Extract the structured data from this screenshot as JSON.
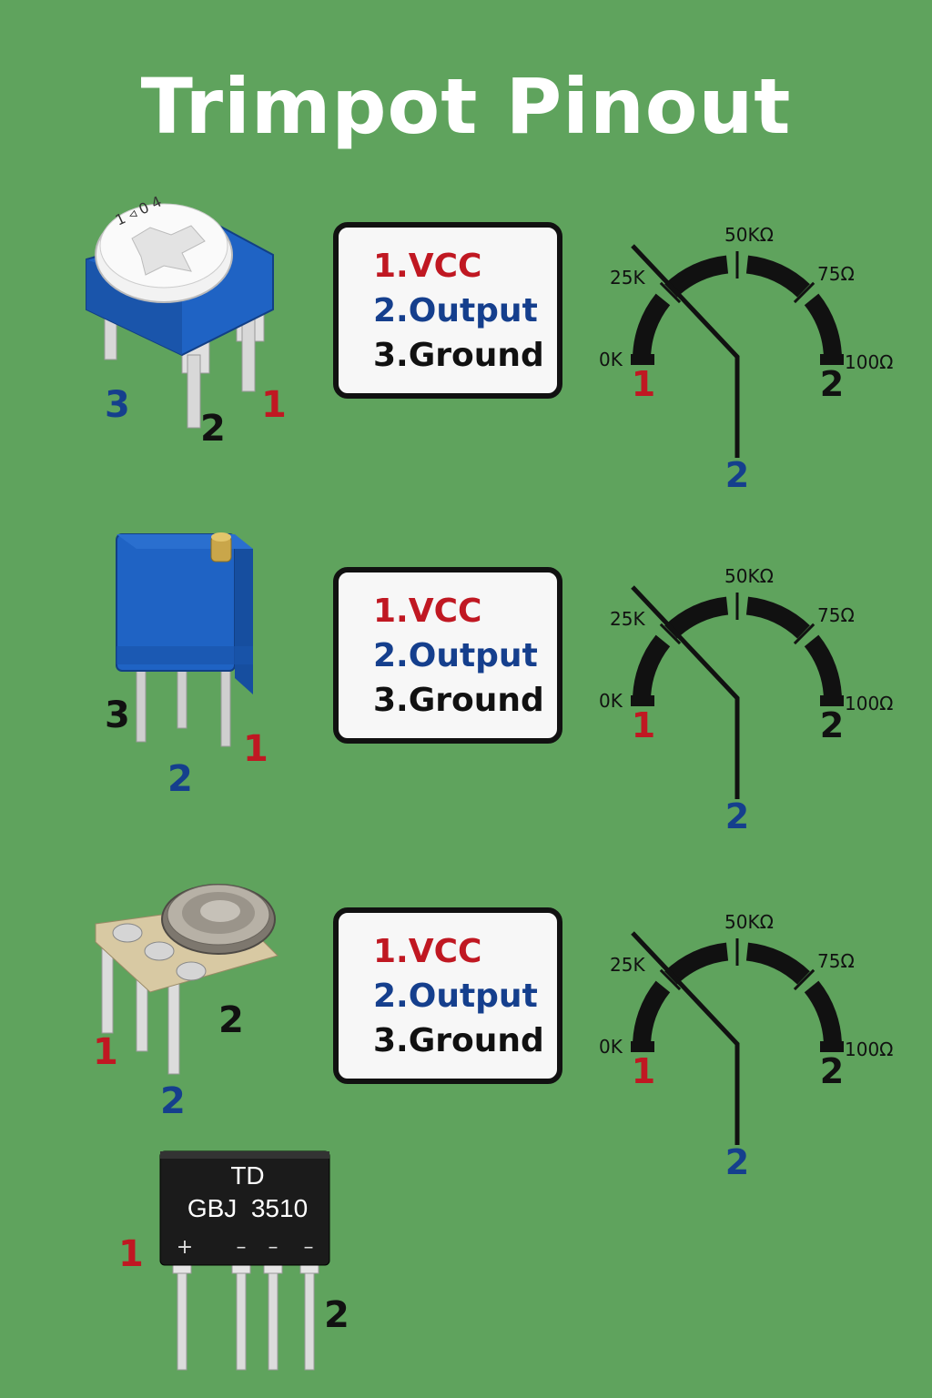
{
  "title": "Trimpot Pinout",
  "pinout_list": [
    "1.VCC",
    "2.Output",
    "3.Ground"
  ],
  "dial": {
    "labels": [
      "0K",
      "25K",
      "50KΩ",
      "75Ω",
      "100Ω"
    ],
    "left_pin": "1",
    "right_pin": "2",
    "wiper_pin": "2"
  },
  "components": [
    {
      "name": "Blue horizontal trimpot",
      "pins": [
        "3",
        "2",
        "1"
      ]
    },
    {
      "name": "Multi-turn trimpot",
      "pins": [
        "3",
        "2",
        "1"
      ]
    },
    {
      "name": "Metal-cap trimpot",
      "pins": [
        "1",
        "2",
        "2"
      ]
    }
  ],
  "bridge_ic": {
    "line1": "TD",
    "line2": "GBJ  3510",
    "markings": [
      "+",
      "–",
      "–",
      "–"
    ],
    "pins": [
      "1",
      "2"
    ]
  },
  "colors": {
    "background": "#5fa35d",
    "vcc": "#c01822",
    "output": "#153f8d",
    "ground": "#111111"
  }
}
